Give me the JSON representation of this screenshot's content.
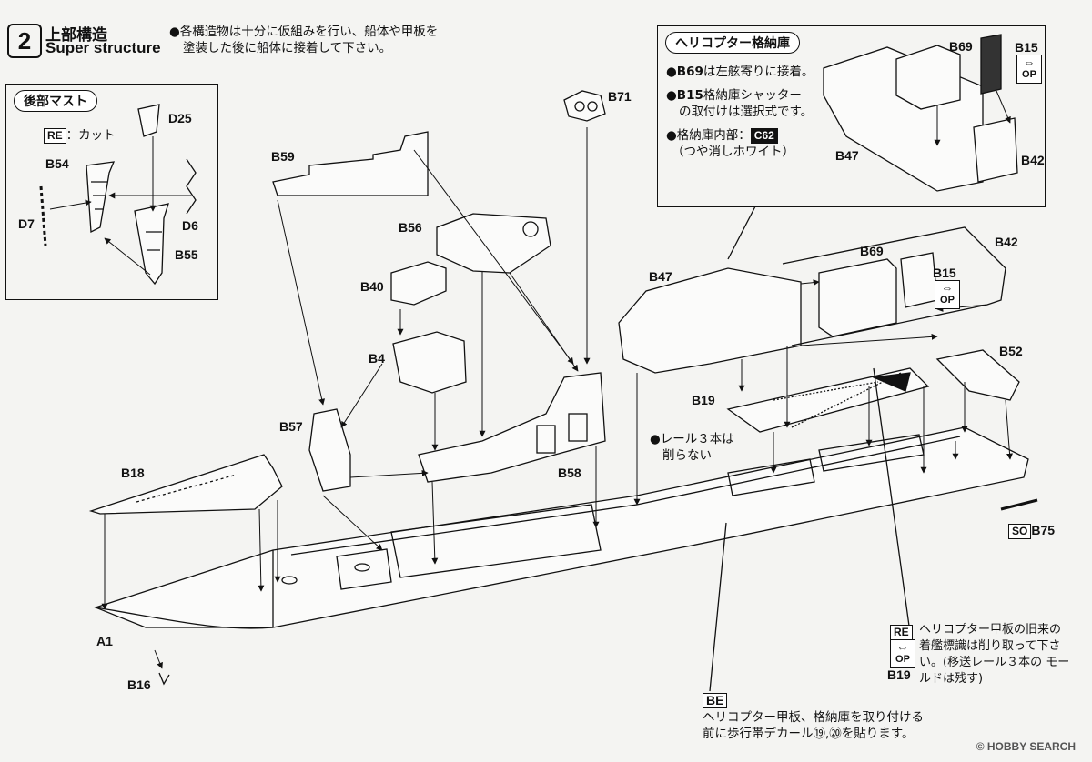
{
  "step": {
    "number": "2",
    "title_jp": "上部構造",
    "title_en": "Super structure",
    "note": [
      "●各構造物は十分に仮組みを行い、船体や甲板を",
      "塗装した後に船体に接着して下さい。"
    ]
  },
  "rear_mast": {
    "title": "後部マスト",
    "re_tag": "RE",
    "cut_label": "：カット",
    "parts": {
      "b54": "B54",
      "d25": "D25",
      "d7": "D7",
      "d6": "D6",
      "b55": "B55"
    }
  },
  "hangar": {
    "title": "ヘリコプター格納庫",
    "notes": [
      {
        "bullet": "●",
        "part": "B69",
        "text": "は左舷寄りに接着。"
      },
      {
        "bullet": "●",
        "part": "B15",
        "text": "格納庫シャッター"
      },
      {
        "bullet": "",
        "part": "",
        "text": "の取付けは選択式です。"
      },
      {
        "bullet": "●",
        "part": "",
        "text": "格納庫内部："
      },
      {
        "bullet": "",
        "part": "",
        "text": "（つや消しホワイト）"
      }
    ],
    "color_code": "C62",
    "parts": {
      "b69": "B69",
      "b15": "B15",
      "b47": "B47",
      "b42": "B42"
    }
  },
  "op_label": "OP",
  "main_parts": {
    "b71": "B71",
    "b59": "B59",
    "b56": "B56",
    "b40": "B40",
    "b4": "B4",
    "b57": "B57",
    "b58": "B58",
    "b18": "B18",
    "a1": "A1",
    "b16": "B16",
    "b47": "B47",
    "b69": "B69",
    "b42": "B42",
    "b15": "B15",
    "b52": "B52",
    "b19": "B19",
    "b75": "B75"
  },
  "rail_note": [
    "●レール３本は",
    "削らない"
  ],
  "so_tag": "SO",
  "b19_note": {
    "re_tag": "RE",
    "lines": [
      "ヘリコプター甲板の旧来の",
      "着艦標識は削り取って下さ",
      "い。(移送レール３本の モー",
      "ルドは残す)"
    ],
    "part": "B19"
  },
  "be_note": {
    "tag": "BE",
    "lines": [
      "ヘリコプター甲板、格納庫を取り付ける",
      "前に歩行帯デカール⑲,⑳を貼ります。"
    ]
  },
  "watermark": "© HOBBY SEARCH"
}
